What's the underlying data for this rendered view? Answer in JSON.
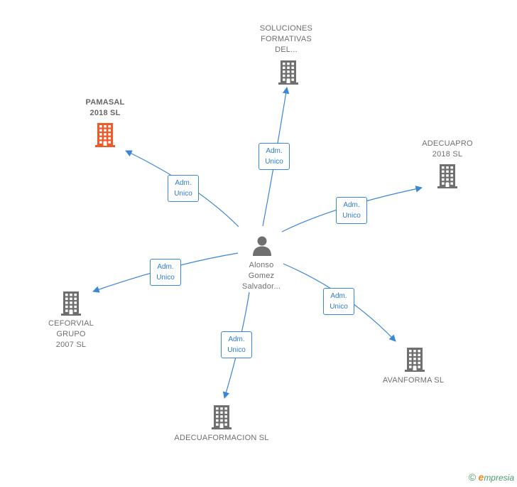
{
  "colors": {
    "edge": "#3b86d6",
    "node_icon": "#6f6f6f",
    "highlight_icon": "#f05a28",
    "person_icon": "#6f6f6f"
  },
  "center": {
    "icon": "person-icon",
    "label": "Alonso\nGomez\nSalvador..."
  },
  "companies": [
    {
      "id": "soluciones",
      "label": "SOLUCIONES\nFORMATIVAS\nDEL...",
      "highlight": false,
      "icon": "building-icon"
    },
    {
      "id": "pamasal",
      "label": "PAMASAL\n2018  SL",
      "highlight": true,
      "icon": "building-icon"
    },
    {
      "id": "adecuapro",
      "label": "ADECUAPRO\n2018  SL",
      "highlight": false,
      "icon": "building-icon"
    },
    {
      "id": "cefervial",
      "label": "CEFORVIAL\nGRUPO\n2007  SL",
      "highlight": false,
      "icon": "building-icon"
    },
    {
      "id": "avanforma",
      "label": "AVANFORMA SL",
      "highlight": false,
      "icon": "building-icon"
    },
    {
      "id": "adecuaformacion",
      "label": "ADECUAFORMACION SL",
      "highlight": false,
      "icon": "building-icon"
    }
  ],
  "relations": [
    {
      "to": "soluciones",
      "line1": "Adm.",
      "line2": "Unico"
    },
    {
      "to": "pamasal",
      "line1": "Adm.",
      "line2": "Unico"
    },
    {
      "to": "adecuapro",
      "line1": "Adm.",
      "line2": "Unico"
    },
    {
      "to": "cefervial",
      "line1": "Adm.",
      "line2": "Unico"
    },
    {
      "to": "avanforma",
      "line1": "Adm.",
      "line2": "Unico"
    },
    {
      "to": "adecuaformacion",
      "line1": "Adm.",
      "line2": "Unico"
    }
  ],
  "footer": {
    "copyright": "©",
    "brand_e": "e",
    "brand_rest": "mpresia"
  }
}
